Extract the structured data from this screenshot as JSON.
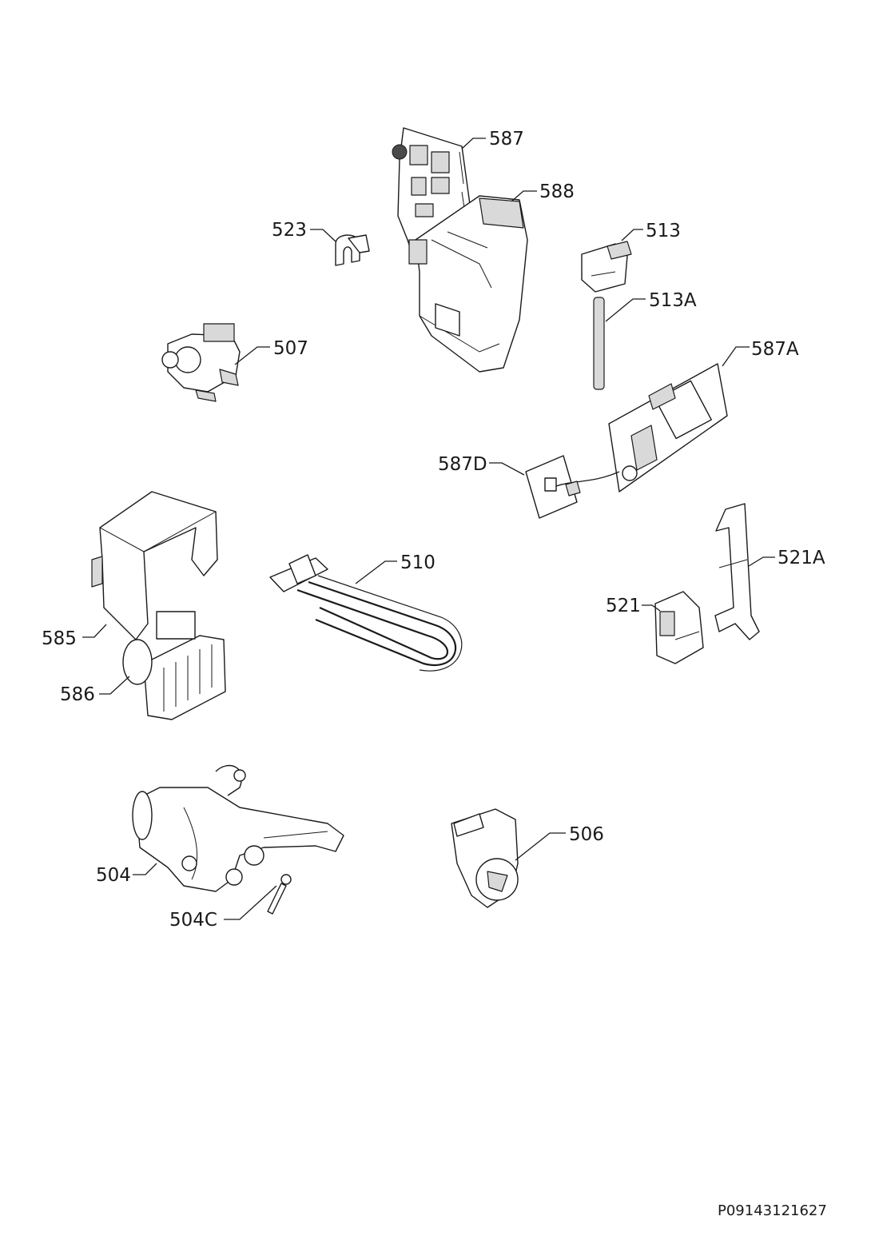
{
  "labels": {
    "p587": "587",
    "p588": "588",
    "p523": "523",
    "p513": "513",
    "p513a": "513A",
    "p507": "507",
    "p587a": "587A",
    "p587d": "587D",
    "p510": "510",
    "p521a": "521A",
    "p521": "521",
    "p585": "585",
    "p586": "586",
    "p506": "506",
    "p504": "504",
    "p504c": "504C"
  },
  "drawing_code": "P09143121627"
}
